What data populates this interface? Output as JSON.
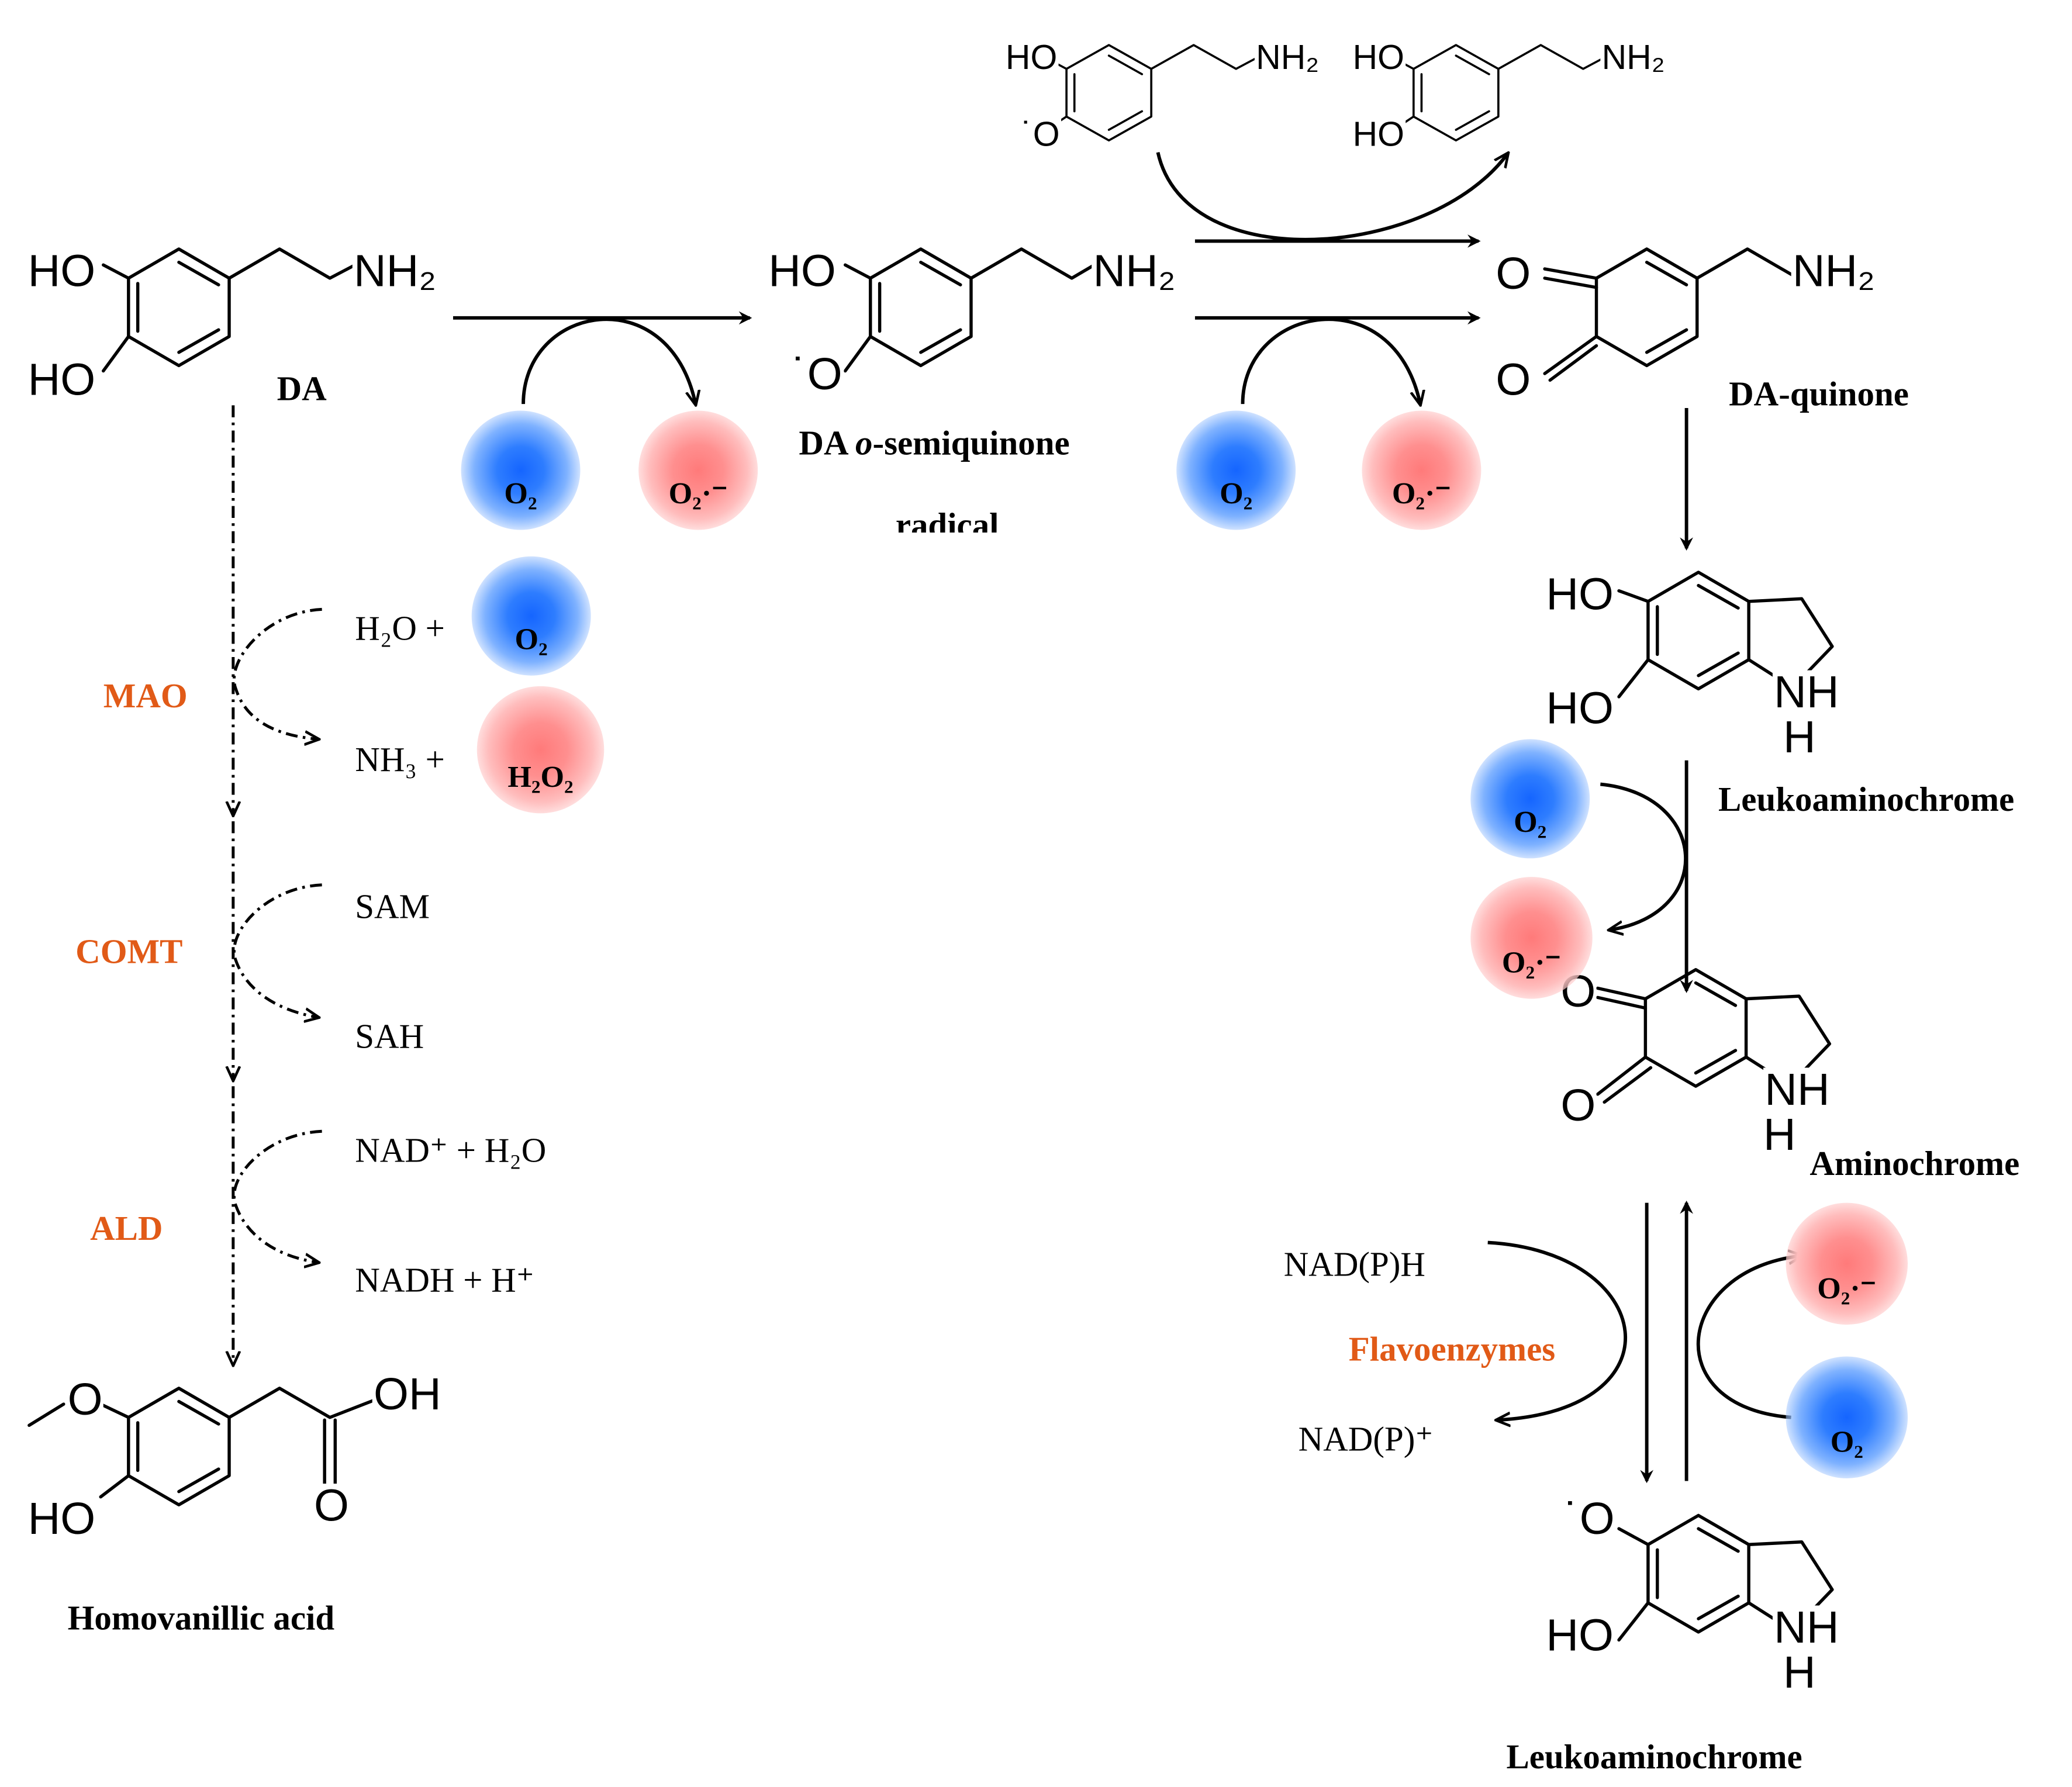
{
  "labels": {
    "da": "DA",
    "semiquinone_a": "DA ",
    "semiquinone_o": "o",
    "semiquinone_b": "-semiquinone",
    "radical": "radical",
    "da_quinone": "DA-quinone",
    "leuko_top": "Leukoaminochrome",
    "aminochrome": "Aminochrome",
    "leuko_bottom": "Leukoaminochrome",
    "hva": "Homovanillic acid"
  },
  "enzymes": {
    "mao": "MAO",
    "comt": "COMT",
    "ald": "ALD",
    "flavo": "Flavoenzymes"
  },
  "reagents": {
    "h2o_plus": "H₂O +",
    "nh3_plus": "NH₃ +",
    "sam": "SAM",
    "sah": "SAH",
    "nad_h2o": "NAD⁺ + H₂O",
    "nadh_h": "NADH + H⁺",
    "nadph": "NAD(P)H",
    "nadp": "NAD(P)⁺"
  },
  "species": {
    "o2": "O₂",
    "superoxide": "O₂·⁻",
    "h2o2": "H₂O₂"
  },
  "atoms": {
    "ho": "HO",
    "oh": "OH",
    "o": "O",
    "nh2": "NH₂",
    "nh": "NH",
    "n": "N",
    "h": "H",
    "radical_o": "˙O"
  },
  "colors": {
    "enzyme_text": "#e15a17",
    "oxygen_bubble": "#1565ff",
    "radical_bubble": "#ff7a7a"
  }
}
